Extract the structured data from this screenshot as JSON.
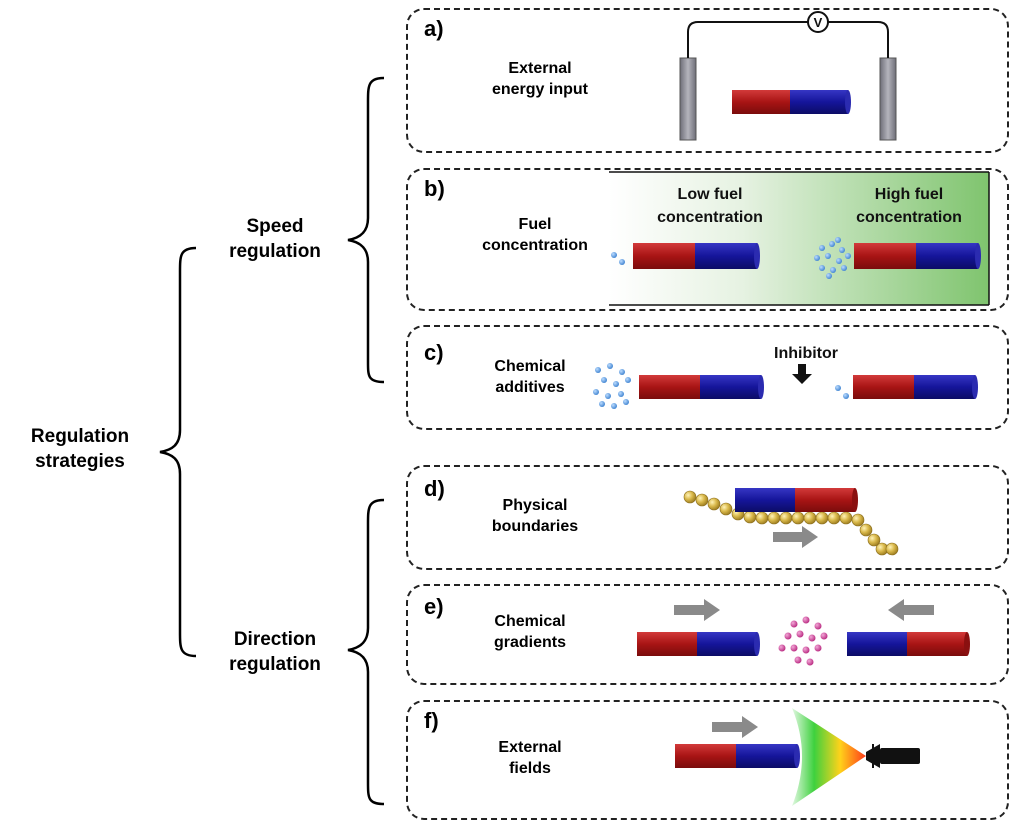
{
  "root": {
    "line1": "Regulation",
    "line2": "strategies"
  },
  "speed": {
    "line1": "Speed",
    "line2": "regulation"
  },
  "direction": {
    "line1": "Direction",
    "line2": "regulation"
  },
  "panels": {
    "a": {
      "letter": "a)",
      "line1": "External",
      "line2": "energy input",
      "meter": "V"
    },
    "b": {
      "letter": "b)",
      "line1": "Fuel",
      "line2": "concentration",
      "low1": "Low fuel",
      "low2": "concentration",
      "high1": "High fuel",
      "high2": "concentration"
    },
    "c": {
      "letter": "c)",
      "line1": "Chemical",
      "line2": "additives",
      "inhibitor": "Inhibitor"
    },
    "d": {
      "letter": "d)",
      "line1": "Physical",
      "line2": "boundaries"
    },
    "e": {
      "letter": "e)",
      "line1": "Chemical",
      "line2": "gradients"
    },
    "f": {
      "letter": "f)",
      "line1": "External",
      "line2": "fields"
    }
  },
  "colors": {
    "motor_red": "#b01818",
    "motor_blue": "#1a1a9e",
    "fuel_green": "#7fc46e",
    "fuel_dot": "#4a90d9",
    "chemoattractant": "#cc3d99",
    "boundary_bead": "#d9b84a",
    "arrow_gray": "#8a8a8a",
    "electrode": "#8c8c96"
  }
}
